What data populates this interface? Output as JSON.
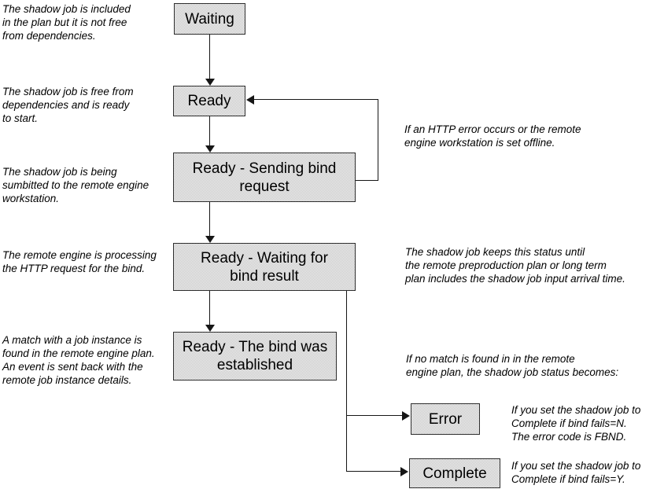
{
  "nodes": {
    "waiting": {
      "label": "Waiting"
    },
    "ready": {
      "label": "Ready"
    },
    "sending_bind": {
      "label": "Ready - Sending bind\nrequest"
    },
    "waiting_bind_result": {
      "label": "Ready - Waiting for\nbind result"
    },
    "bind_established": {
      "label": "Ready - The bind was\nestablished"
    },
    "error": {
      "label": "Error"
    },
    "complete": {
      "label": "Complete"
    }
  },
  "annotations": {
    "waiting_note": "The shadow job is included\nin the plan but it is not free\nfrom dependencies.",
    "ready_note": "The shadow job is free from\ndependencies and is ready\nto start.",
    "sending_note": "The shadow job is being\nsumbitted to the remote engine\nworkstation.",
    "waiting_result_note": "The remote engine is processing\nthe HTTP request for the bind.",
    "established_note": "A match with a job instance is\nfound in the remote engine plan.\nAn event is sent back with the\nremote job instance details.",
    "http_error_note": "If an HTTP error occurs or the remote\nengine workstation is set offline.",
    "keeps_status_note": "The shadow job keeps this status until\nthe remote preproduction plan or long term\nplan includes the shadow job input arrival time.",
    "no_match_note": "If no match is found in in the remote\nengine plan, the shadow job status becomes:",
    "error_note": "If you set the shadow job to\nComplete if bind fails=N.\nThe error code is FBND.",
    "complete_note": "If you set the shadow job to\nComplete if bind fails=Y."
  },
  "colors": {
    "background": "#ffffff",
    "node_fill": "#d6d6d6",
    "node_border": "#2e2e2e",
    "connector": "#161616",
    "text": "#000000"
  }
}
